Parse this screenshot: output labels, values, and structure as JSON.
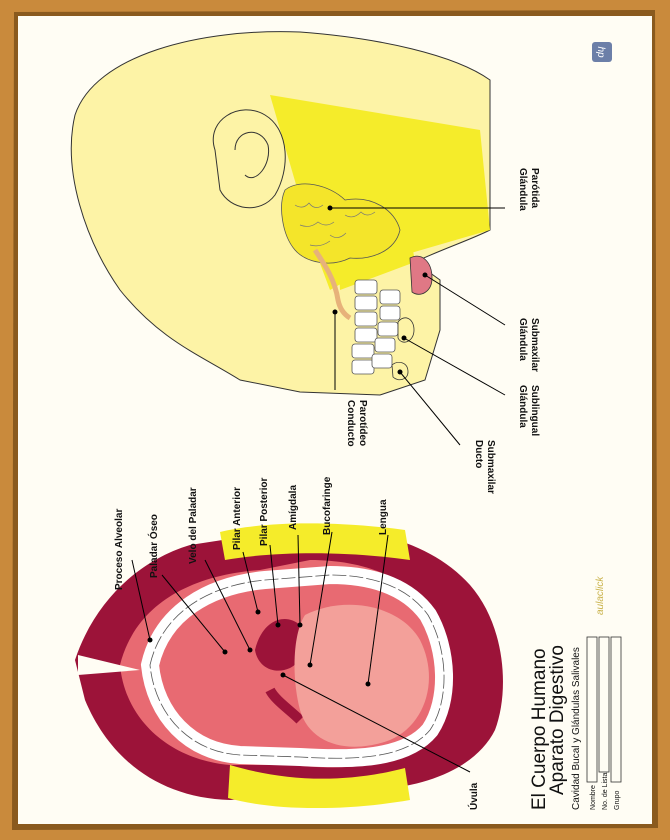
{
  "worksheet": {
    "title": "El Cuerpo Humano",
    "subtitle": "Aparato Digestivo",
    "topic": "Cavidad Bucal y Glándulas Salivales",
    "fields": [
      "Nombre",
      "No. de Lista",
      "Grupo"
    ],
    "logo_text": "aulaclick",
    "brand_badge": "hp"
  },
  "colors": {
    "frame": "#c98a3c",
    "paper": "#fffdf4",
    "skin": "#fdf3a6",
    "gland": "#f5ec2a",
    "gum": "#9c1339",
    "palate": "#e86a72",
    "tongue": "#f3a09a",
    "teeth": "#ffffff"
  },
  "mouth_labels": {
    "proceso_alveolar": "Proceso Alveolar",
    "paladar_oseo": "Paladar Óseo",
    "velo_paladar": "Velo del Paladar",
    "pilar_anterior": "Pilar Anterior",
    "pilar_posterior": "Pilar Posterior",
    "amigdala": "Amígdala",
    "bucofaringe": "Bucofaringe",
    "lengua": "Lengua",
    "uvula": "Úvula"
  },
  "head_labels": {
    "glandula_parotida": [
      "Glándula",
      "Parótida"
    ],
    "glandula_submaxilar": [
      "Glándula",
      "Submaxilar"
    ],
    "glandula_sublingual": [
      "Glándula",
      "Sublingual"
    ],
    "ducto_submaxilar": [
      "Ducto",
      "Submaxilar"
    ],
    "conducto_parotideo": [
      "Conducto",
      "Parotídeo"
    ]
  }
}
